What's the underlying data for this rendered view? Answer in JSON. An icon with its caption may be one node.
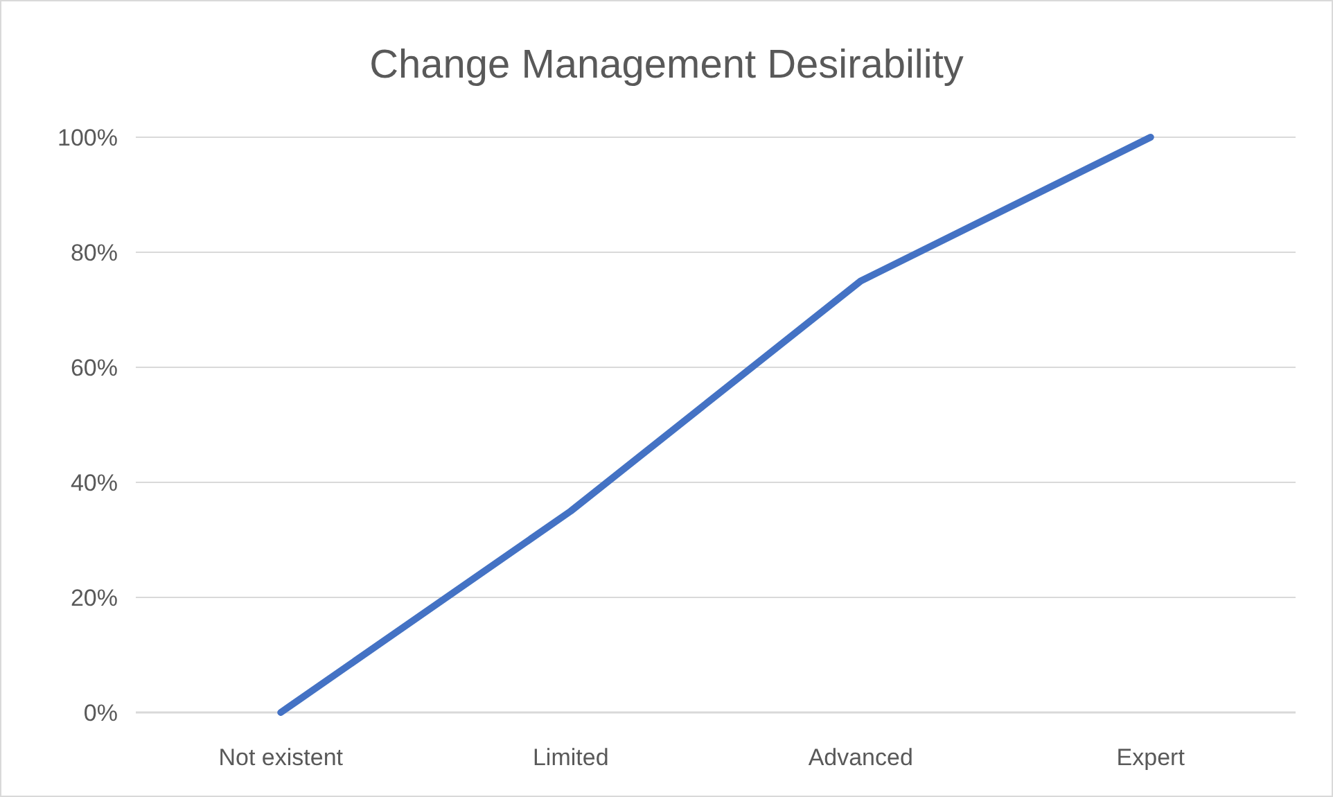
{
  "diagram": {
    "chart_data": {
      "type": "line",
      "title": "Change Management Desirability",
      "categories": [
        "Not existent",
        "Limited",
        "Advanced",
        "Expert"
      ],
      "series": [
        {
          "color": "#4472c4",
          "values": [
            0,
            35,
            75,
            100
          ]
        }
      ],
      "ylim": [
        0,
        100
      ],
      "grid": true,
      "yticks": [
        {
          "value": 0,
          "label": "0%"
        },
        {
          "value": 20,
          "label": "20%"
        },
        {
          "value": 40,
          "label": "40%"
        },
        {
          "value": 60,
          "label": "60%"
        },
        {
          "value": 80,
          "label": "80%"
        },
        {
          "value": 100,
          "label": "100%"
        }
      ]
    }
  }
}
